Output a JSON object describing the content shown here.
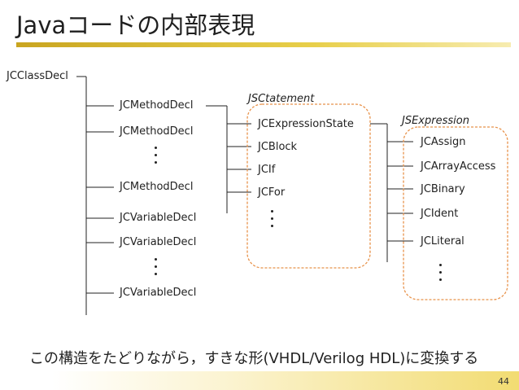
{
  "title": "Javaコードの内部表現",
  "root": "JCClassDecl",
  "class_members": [
    "JCMethodDecl",
    "JCMethodDecl",
    "JCMethodDecl",
    "JCVariableDecl",
    "JCVariableDecl",
    "JCVariableDecl"
  ],
  "statement_group": {
    "label": "JSCtatement",
    "items": [
      "JCExpressionState",
      "JCBlock",
      "JCIf",
      "JCFor"
    ]
  },
  "expression_group": {
    "label": "JSExpression",
    "items": [
      "JCAssign",
      "JCArrayAccess",
      "JCBinary",
      "JCIdent",
      "JCLiteral"
    ]
  },
  "caption": "この構造をたどりながら，すきな形(VHDL/Verilog HDL)に変換する",
  "page_number": "44",
  "colors": {
    "accent": "#d4aa2a",
    "group_border": "#e8924a",
    "line": "#222222"
  }
}
